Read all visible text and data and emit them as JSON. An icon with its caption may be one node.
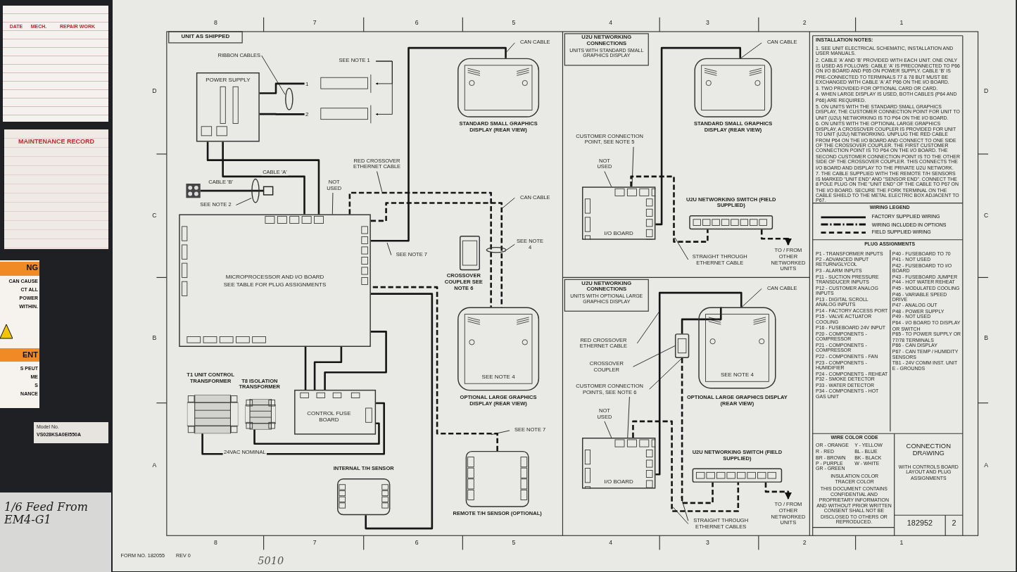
{
  "diagram": {
    "nodes": [
      {
        "text": [
          "POWER SUPPLY"
        ]
      },
      {
        "text": [
          "1"
        ]
      },
      {
        "text": [
          "2"
        ]
      },
      {
        "text": [
          "MICROPROCESSOR AND I/O BOARD",
          "SEE TABLE FOR PLUG ASSIGNMENTS"
        ]
      },
      {
        "text": [],
        "shape": "picture",
        "beside": [
          "STANDARD SMALL GRAPHICS DISPLAY (REAR VIEW)"
        ]
      },
      {
        "text": [],
        "shape": "box",
        "beside": [
          "CROSSOVER COUPLER SEE NOTE 6"
        ]
      },
      {
        "text": [
          "SEE NOTE 4"
        ],
        "beside": [
          "OPTIONAL LARGE GRAPHICS DISPLAY (REAR VIEW)"
        ]
      },
      {
        "text": [],
        "shape": "picture",
        "beside": [
          "T1 UNIT CONTROL TRANSFORMER"
        ]
      },
      {
        "text": [],
        "shape": "picture",
        "beside": [
          "T8 ISOLATION TRANSFORMER"
        ]
      },
      {
        "text": [
          "CONTROL FUSE BOARD"
        ]
      },
      {
        "text": [],
        "shape": "picture",
        "beside": [
          "INTERNAL T/H SENSOR"
        ]
      },
      {
        "text": [],
        "shape": "picture",
        "beside": [
          "REMOTE T/H SENSOR (OPTIONAL)"
        ]
      },
      {
        "text": [
          "I/O BOARD"
        ]
      },
      {
        "text": [],
        "shape": "picture",
        "beside": [
          "STANDARD SMALL GRAPHICS DISPLAY (REAR VIEW)"
        ]
      },
      {
        "text": [],
        "shape": "picture",
        "beside": [
          "U2U NETWORKING SWITCH (FIELD SUPPLIED)"
        ]
      },
      {
        "text": [
          "TO / FROM OTHER NETWORKED UNITS"
        ]
      },
      {
        "text": [
          "I/O BOARD"
        ]
      },
      {
        "text": [],
        "shape": "box"
      },
      {
        "text": [
          "SEE NOTE 4"
        ],
        "beside": [
          "OPTIONAL LARGE GRAPHICS DISPLAY (REAR VIEW)"
        ]
      },
      {
        "text": [],
        "shape": "picture",
        "beside": [
          "U2U NETWORKING SWITCH (FIELD SUPPLIED)"
        ]
      },
      {
        "text": [
          "TO / FROM OTHER NETWORKED UNITS"
        ]
      },
      {
        "text": [
          "RIBBON CABLES"
        ]
      },
      {
        "text": [
          "SEE NOTE 1"
        ]
      },
      {
        "text": [
          "SEE NOTE 2"
        ]
      },
      {
        "text": [
          "NOT USED"
        ]
      },
      {
        "text": [
          "RED CROSSOVER ETHERNET CABLE"
        ]
      },
      {
        "text": [
          "CAN CABLE"
        ]
      },
      {
        "text": [
          "CAN CABLE"
        ]
      },
      {
        "text": [
          "SEE NOTE 4"
        ]
      },
      {
        "text": [
          "SEE NOTE 7"
        ]
      },
      {
        "text": [
          "SEE NOTE 7"
        ]
      },
      {
        "text": [
          "CAN CABLE"
        ]
      },
      {
        "text": [
          "CUSTOMER CONNECTION POINT, SEE NOTE 5"
        ]
      },
      {
        "text": [
          "NOT USED"
        ]
      },
      {
        "text": [
          "STRAIGHT THROUGH ETHERNET CABLE"
        ]
      },
      {
        "text": [
          "CAN CABLE"
        ]
      },
      {
        "text": [
          "RED CROSSOVER ETHERNET CABLE"
        ]
      },
      {
        "text": [
          "CROSSOVER COUPLER"
        ]
      },
      {
        "text": [
          "CUSTOMER CONNECTION POINTS, SEE NOTE 6"
        ]
      },
      {
        "text": [
          "NOT USED"
        ]
      },
      {
        "text": [
          "STRAIGHT THROUGH ETHERNET CABLES"
        ]
      },
      {
        "text": [],
        "shape": "circle"
      },
      {
        "text": [],
        "shape": "circle"
      },
      {
        "text": [],
        "shape": "circle"
      }
    ],
    "edges": [
      {
        "from": 0,
        "to": 3,
        "arrow": "none",
        "label": "CABLE 'A'"
      },
      {
        "from": 0,
        "to": 3,
        "arrow": "none"
      },
      {
        "from": 0,
        "to": 1,
        "arrow": "none"
      },
      {
        "from": 0,
        "to": 2,
        "arrow": "none"
      },
      {
        "from": 3,
        "to": 4,
        "arrow": "none"
      },
      {
        "from": 3,
        "to": 6,
        "arrow": "none",
        "style": "dashed"
      },
      {
        "from": 3,
        "to": 6,
        "arrow": "none",
        "style": "dashed"
      },
      {
        "from": 3,
        "to": 9,
        "arrow": "none"
      },
      {
        "from": 3,
        "to": 9,
        "arrow": "none"
      },
      {
        "from": 3,
        "to": 9,
        "arrow": "none"
      },
      {
        "from": 7,
        "to": 9,
        "arrow": "none",
        "label": "24VAC NOMINAL"
      },
      {
        "from": 8,
        "to": 9,
        "arrow": "none"
      },
      {
        "from": 10,
        "to": 3,
        "arrow": "none"
      },
      {
        "from": 11,
        "to": 3,
        "arrow": "none",
        "style": "dashed"
      },
      {
        "from": 12,
        "to": 13,
        "arrow": "none"
      },
      {
        "from": 12,
        "to": 14,
        "arrow": "none",
        "style": "dashed"
      },
      {
        "from": 14,
        "to": 15,
        "arrow": "to",
        "style": "dashed"
      },
      {
        "from": 16,
        "to": 18,
        "arrow": "none"
      },
      {
        "from": 17,
        "to": 18,
        "arrow": "none"
      },
      {
        "from": 17,
        "to": 19,
        "arrow": "none",
        "style": "dashed"
      },
      {
        "from": 16,
        "to": 19,
        "arrow": "none",
        "style": "dashed"
      },
      {
        "from": 19,
        "to": 20,
        "arrow": "to",
        "style": "dashed"
      },
      {
        "from": 21,
        "to": 41,
        "arrow": "none"
      },
      {
        "from": 22,
        "to": 1,
        "arrow": "to"
      },
      {
        "from": 23,
        "to": 42,
        "arrow": "none"
      },
      {
        "from": 24,
        "to": 3,
        "arrow": "none"
      },
      {
        "from": 25,
        "to": null,
        "arrow": "none"
      },
      {
        "from": 26,
        "to": null,
        "arrow": "none"
      },
      {
        "from": 27,
        "to": null,
        "arrow": "none"
      },
      {
        "from": 28,
        "to": 43,
        "arrow": "none"
      },
      {
        "from": 29,
        "to": null,
        "arrow": "none"
      },
      {
        "from": 30,
        "to": null,
        "arrow": "none"
      },
      {
        "from": 31,
        "to": 13,
        "arrow": "none"
      },
      {
        "from": 32,
        "to": 12,
        "arrow": "none"
      },
      {
        "from": 33,
        "to": 12,
        "arrow": "none"
      },
      {
        "from": 34,
        "to": null,
        "arrow": "none"
      },
      {
        "from": 35,
        "to": 18,
        "arrow": "none"
      },
      {
        "from": 36,
        "to": null,
        "arrow": "none"
      },
      {
        "from": 37,
        "to": 17,
        "arrow": "none"
      },
      {
        "from": 38,
        "to": 17,
        "arrow": "none"
      },
      {
        "from": 38,
        "to": 16,
        "arrow": "none"
      },
      {
        "from": 39,
        "to": 16,
        "arrow": "none"
      },
      {
        "from": 40,
        "to": null,
        "arrow": "none"
      },
      {
        "from": 40,
        "to": null,
        "arrow": "none"
      },
      {
        "from": 22,
        "to": 2,
        "arrow": "to"
      }
    ],
    "labels": [
      "UNIT AS SHIPPED",
      "U2U NETWORKING CONNECTIONS",
      "UNITS WITH STANDARD SMALL GRAPHICS DISPLAY",
      "U2U NETWORKING CONNECTIONS",
      "UNITS WITH OPTIONAL LARGE GRAPHICS DISPLAY",
      "CABLE 'B'",
      "INSTALLATION NOTES:",
      "1. SEE UNIT ELECTRICAL SCHEMATIC, INSTALLATION AND USER MANUALS.",
      "2. CABLE 'A' AND 'B' PROVIDED WITH EACH UNIT. ONE ONLY IS USED AS FOLLOWS: CABLE 'A' IS PRECONNECTED TO P66 ON I/O BOARD AND P65 ON POWER SUPPLY. CABLE 'B' IS PRE-CONNECTED TO TERMINALS 77 & 78 BUT MUST BE EXCHANGED WITH CABLE 'A' AT P66 ON THE I/O BOARD.",
      "3. TWO PROVIDED FOR OPTIONAL CARD OR CARD.",
      "4. WHEN LARGE DISPLAY IS USED, BOTH CABLES (P64 AND P66) ARE REQUIRED.",
      "5. ON UNITS WITH THE STANDARD SMALL GRAPHICS DISPLAY, THE CUSTOMER CONNECTION POINT FOR UNIT TO UNIT (U2U) NETWORKING IS TO P64 ON THE I/O BOARD.",
      "6. ON UNITS WITH THE OPTIONAL LARGE GRAPHICS DISPLAY, A CROSSOVER COUPLER IS PROVIDED FOR UNIT TO UNIT (U2U) NETWORKING. UNPLUG THE RED CABLE FROM P64 ON THE I/O BOARD AND CONNECT TO ONE SIDE OF THE CROSSOVER COUPLER. THE FIRST CUSTOMER CONNECTION POINT IS TO P64 ON THE I/O BOARD. THE SECOND CUSTOMER CONNECTION POINT IS TO THE OTHER SIDE OF THE CROSSOVER COUPLER. THIS CONNECTS THE I/O BOARD AND DISPLAY TO THE PRIVATE U2U NETWORK.",
      "7. THE CABLE SUPPLIED WITH THE REMOTE T/H SENSORS IS MARKED \"UNIT END\" AND \"SENSOR END\". CONNECT THE 8 POLE PLUG ON THE \"UNIT END\" OF THE CABLE TO P67 ON THE I/O BOARD. SECURE THE FORK TERMINAL ON THE CABLE SHIELD TO THE METAL ELECTRIC BOX ADJACENT TO P67.",
      "PLUG ASSIGNMENTS",
      "P1 - TRANSFORMER INPUTS",
      "P2 - ADVANCED INPUT RETURN/GLYCOL",
      "P3 - ALARM INPUTS",
      "P11 - SUCTION PRESSURE TRANSDUCER INPUTS",
      "P12 - CUSTOMER ANALOG INPUTS",
      "P13 - DIGITAL SCROLL ANALOG INPUTS",
      "P14 - FACTORY ACCESS PORT",
      "P15 - VALVE ACTUATOR COOLING",
      "P16 - FUSEBOARD 24V INPUT",
      "P20 - COMPONENTS - COMPRESSOR",
      "P21 - COMPONENTS - COMPRESSOR",
      "P22 - COMPONENTS - FAN",
      "P23 - COMPONENTS - HUMIDIFIER",
      "P24 - COMPONENTS - REHEAT",
      "P32 - SMOKE DETECTOR",
      "P33 - WATER DETECTOR",
      "P34 - COMPONENTS - HOT GAS UNIT",
      "P40 - FUSEBOARD TO 70",
      "P41 - NOT USED",
      "P42 - FUSEBOARD TO I/O BOARD",
      "P43 - FUSEBOARD JUMPER",
      "P44 - HOT WATER REHEAT",
      "P45 - MODULATED COOLING",
      "P46 - VARIABLE SPEED DRIVE",
      "P47 - ANALOG OUT",
      "P48 - POWER SUPPLY",
      "P49 - NOT USED",
      "P64 - I/O BOARD TO DISPLAY OR SWITCH",
      "P65 - TO POWER SUPPLY OR 77/78 TERMINALS",
      "P66 - CAN DISPLAY",
      "P67 - CAN TEMP / HUMIDITY SENSORS",
      "TB1 - 24V COMM INST. UNIT",
      "E - GROUNDS",
      "WIRE COLOR CODE",
      "OR - ORANGE",
      "Y - YELLOW",
      "R - RED",
      "BL - BLUE",
      "BR - BROWN",
      "BK - BLACK",
      "P - PURPLE",
      "W - WHITE",
      "GR - GREEN",
      "INSULATION COLOR",
      "TRACER COLOR",
      "THIS DOCUMENT CONTAINS CONFIDENTIAL AND PROPRIETARY INFORMATION AND WITHOUT PRIOR WRITTEN CONSENT SHALL NOT BE DISCLOSED TO OTHERS OR REPRODUCED.",
      "CONNECTION DRAWING",
      "WITH CONTROLS BOARD LAYOUT AND PLUG ASSIGNMENTS",
      "182952",
      "2",
      "FORM NO. 182055",
      "REV 0",
      "8",
      "7",
      "6",
      "5",
      "4",
      "3",
      "2",
      "1",
      "8",
      "7",
      "6",
      "5",
      "4",
      "3",
      "2",
      "1",
      "D",
      "C",
      "B",
      "A",
      "D",
      "C",
      "B",
      "A",
      "5010",
      "DATE",
      "MECH.",
      "REPAIR WORK",
      "MAINTENANCE RECORD",
      "NG",
      "CAN CAUSE",
      "CT ALL",
      "POWER",
      "WITHIN.",
      "ENT",
      "S PEUT",
      "ME",
      "S",
      "NANCE",
      "1/6 Feed From EM4-G1",
      "Model No.",
      "VS028KSA0EI550A",
      "WIRING LEGEND"
    ],
    "legend": [
      {
        "text": "FACTORY SUPPLIED WIRING"
      },
      {
        "text": "WIRING INCLUDED IN OPTIONS"
      },
      {
        "text": "FIELD SUPPLIED WIRING"
      }
    ]
  }
}
